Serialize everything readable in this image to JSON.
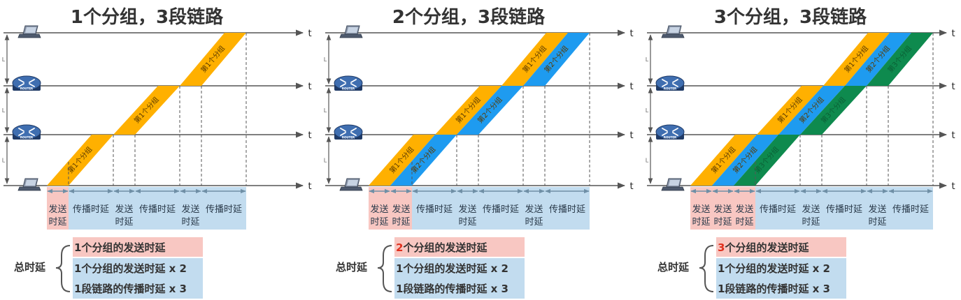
{
  "colors": {
    "orange": "#FFB000",
    "blue": "#1E9BF0",
    "green": "#0E8A4E",
    "pink": "#F8C7C2",
    "lightblue": "#C2DCEF",
    "arrow": "#6F8FA6",
    "axis": "#555555",
    "highlight": "#E0301E"
  },
  "panels": [
    {
      "title": "1个分组，3段链路",
      "time_label": "t",
      "distance_label": "L",
      "router_label": "ROUTER",
      "packets": [
        {
          "label": "第1个分组",
          "color": "orange",
          "hop_labels": [
            "第1个分组",
            "第1个分组",
            "第1个分组"
          ]
        }
      ],
      "delay_labels": {
        "send": "发送时延",
        "prop": "传播时延"
      },
      "total": {
        "label": "总时延",
        "line1_prefix": "1",
        "line1_rest": "个分组的发送时延",
        "line2": "1个分组的发送时延 x 2",
        "line3": "1段链路的传播时延 x 3"
      }
    },
    {
      "title": "2个分组，3段链路",
      "time_label": "t",
      "distance_label": "L",
      "router_label": "ROUTER",
      "packets": [
        {
          "label": "第1个分组",
          "color": "orange",
          "hop_labels": [
            "第1个分组",
            "第1个分组",
            "第1个分组"
          ]
        },
        {
          "label": "第2个分组",
          "color": "blue",
          "hop_labels": [
            "第2个分组",
            "第2个分组",
            "第2个分组"
          ]
        }
      ],
      "delay_labels": {
        "send": "发送时延",
        "prop": "传播时延"
      },
      "total": {
        "label": "总时延",
        "line1_prefix": "2",
        "line1_rest": "个分组的发送时延",
        "line2": "1个分组的发送时延 x 2",
        "line3": "1段链路的传播时延 x 3"
      }
    },
    {
      "title": "3个分组，3段链路",
      "time_label": "t",
      "distance_label": "L",
      "router_label": "ROUTER",
      "packets": [
        {
          "label": "第1个分组",
          "color": "orange",
          "hop_labels": [
            "第1个分组",
            "第1个分组",
            "第1个分组"
          ]
        },
        {
          "label": "第2个分组",
          "color": "blue",
          "hop_labels": [
            "第2个分组",
            "第2个分组",
            "第2个分组"
          ]
        },
        {
          "label": "第3个分组",
          "color": "green",
          "hop_labels": [
            "第3个分组",
            "第3个分组",
            "第3个分组"
          ]
        }
      ],
      "delay_labels": {
        "send": "发送时延",
        "prop": "传播时延"
      },
      "total": {
        "label": "总时延",
        "line1_prefix": "3",
        "line1_rest": "个分组的发送时延",
        "line2": "1个分组的发送时延 x 2",
        "line3": "1段链路的传播时延 x 3"
      }
    }
  ]
}
